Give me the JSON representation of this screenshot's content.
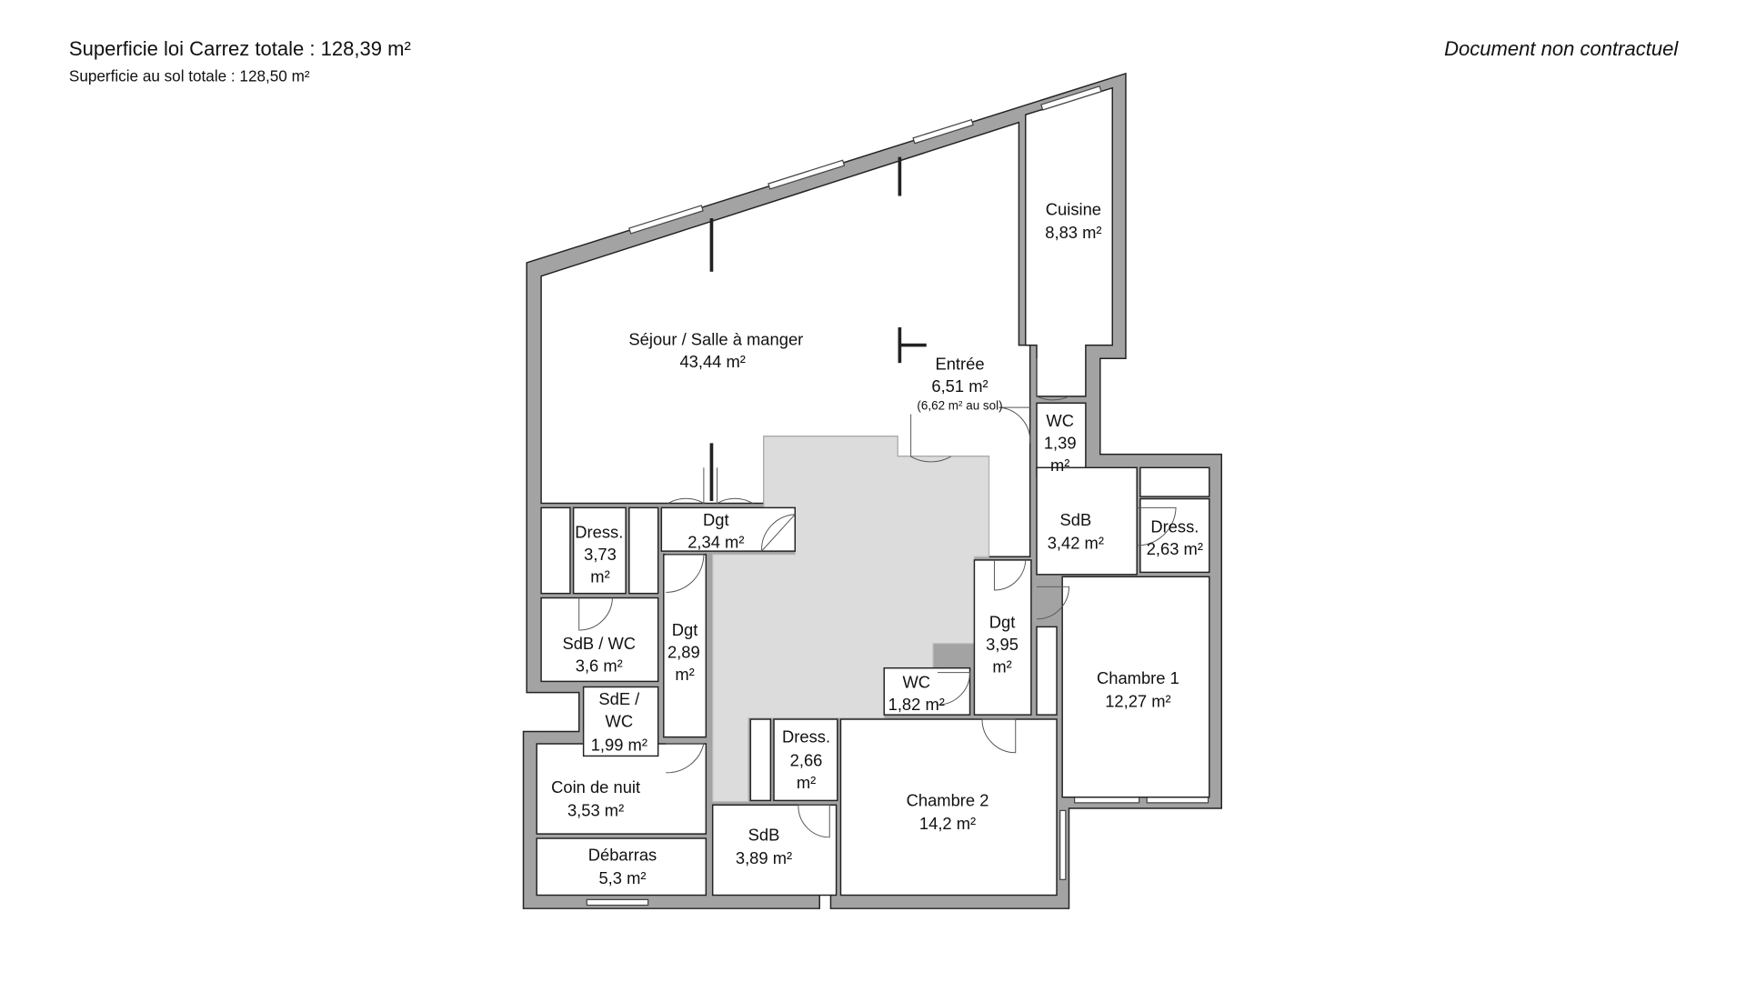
{
  "header": {
    "carrez_total": "Superficie loi Carrez totale : 128,39 m²",
    "sol_total": "Superficie au sol totale : 128,50 m²",
    "disclaimer": "Document non contractuel"
  },
  "rooms": {
    "sejour": {
      "name": "Séjour / Salle à manger",
      "area": "43,44 m²"
    },
    "cuisine": {
      "name": "Cuisine",
      "area": "8,83 m²"
    },
    "entree": {
      "name": "Entrée",
      "area": "6,51 m²",
      "note": "(6,62 m² au sol)"
    },
    "wc1": {
      "name": "WC",
      "area1": "1,39",
      "area2": "m²"
    },
    "sdb1": {
      "name": "SdB",
      "area": "3,42 m²"
    },
    "dress1": {
      "name": "Dress.",
      "area": "2,63 m²"
    },
    "chambre1": {
      "name": "Chambre 1",
      "area": "12,27 m²"
    },
    "dgt3": {
      "name": "Dgt",
      "area1": "3,95",
      "area2": "m²"
    },
    "wc2": {
      "name": "WC",
      "area": "1,82 m²"
    },
    "chambre2": {
      "name": "Chambre 2",
      "area": "14,2 m²"
    },
    "dress2": {
      "name": "Dress.",
      "area1": "2,66",
      "area2": "m²"
    },
    "sdb2": {
      "name": "SdB",
      "area": "3,89 m²"
    },
    "debarras": {
      "name": "Débarras",
      "area": "5,3 m²"
    },
    "coin_nuit": {
      "name": "Coin de nuit",
      "area": "3,53 m²"
    },
    "sde_wc": {
      "name1": "SdE /",
      "name2": "WC",
      "area": "1,99 m²"
    },
    "dgt2": {
      "name": "Dgt",
      "area1": "2,89",
      "area2": "m²"
    },
    "sdb_wc": {
      "name": "SdB / WC",
      "area": "3,6 m²"
    },
    "dress3": {
      "name": "Dress.",
      "area1": "3,73",
      "area2": "m²"
    },
    "dgt1": {
      "name": "Dgt",
      "area": "2,34 m²"
    }
  }
}
